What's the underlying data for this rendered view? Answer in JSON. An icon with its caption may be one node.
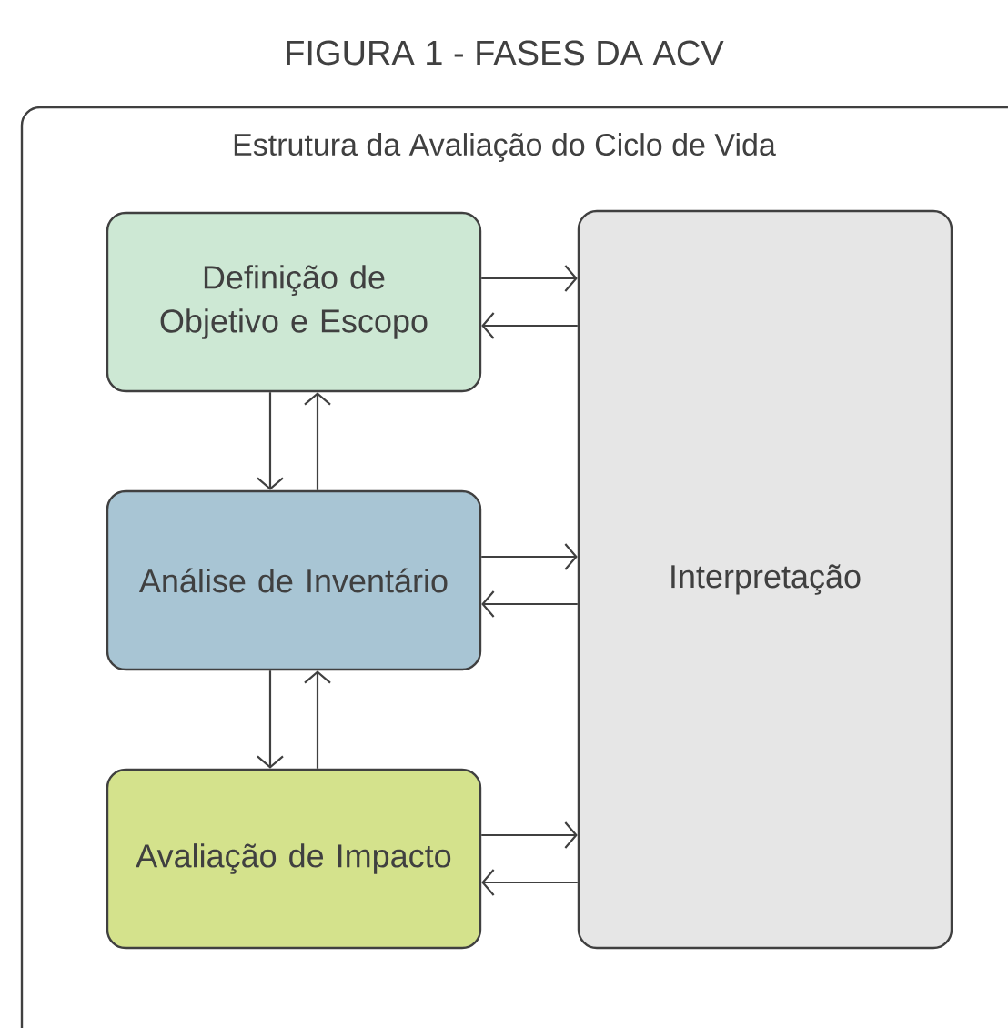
{
  "diagram": {
    "title": "FIGURA 1 - FASES DA ACV",
    "nodes": [
      {
        "text": [
          "Estrutura da Avaliação do Ciclo de Vida"
        ]
      },
      {
        "text": [
          "Definição de Objetivo e Escopo"
        ],
        "in": 0
      },
      {
        "text": [
          "Análise de Inventário"
        ],
        "in": 0
      },
      {
        "text": [
          "Avaliação de Impacto"
        ],
        "in": 0
      },
      {
        "text": [
          "Interpretação"
        ],
        "in": 0
      }
    ],
    "edges": [
      {
        "from": 1,
        "to": 4,
        "arrow": "to"
      },
      {
        "from": 4,
        "to": 1,
        "arrow": "to"
      },
      {
        "from": 1,
        "to": 2,
        "arrow": "to"
      },
      {
        "from": 2,
        "to": 1,
        "arrow": "to"
      },
      {
        "from": 2,
        "to": 4,
        "arrow": "to"
      },
      {
        "from": 4,
        "to": 2,
        "arrow": "to"
      },
      {
        "from": 2,
        "to": 3,
        "arrow": "to"
      },
      {
        "from": 3,
        "to": 2,
        "arrow": "to"
      },
      {
        "from": 3,
        "to": 4,
        "arrow": "to"
      },
      {
        "from": 4,
        "to": 3,
        "arrow": "to"
      }
    ]
  }
}
